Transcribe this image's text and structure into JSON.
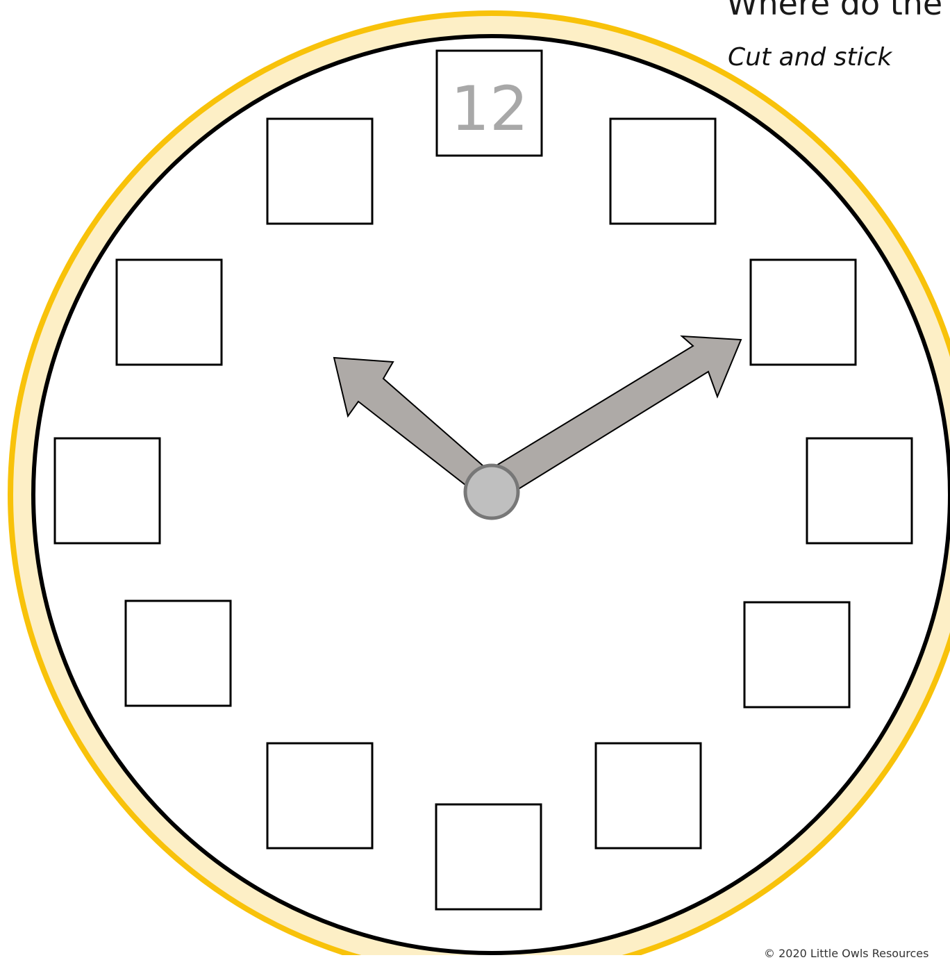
{
  "worksheet": {
    "title": "Where do the",
    "subtitle": "Cut and stick",
    "copyright": "© 2020 Little Owls Resources"
  },
  "clock": {
    "printed_number": "12",
    "blank_boxes": 11,
    "colors": {
      "rim_outer": "#f8c20a",
      "rim_fill": "#fdefc6",
      "face": "#ffffff",
      "face_outline": "#000000",
      "hand_fill": "#aeaaa7",
      "hub_fill": "#bfbfbf",
      "hub_stroke": "#777777",
      "number_color": "#a8a8a8"
    },
    "hands": {
      "hour_hand_points_to": "10",
      "minute_hand_points_to": "2"
    }
  }
}
